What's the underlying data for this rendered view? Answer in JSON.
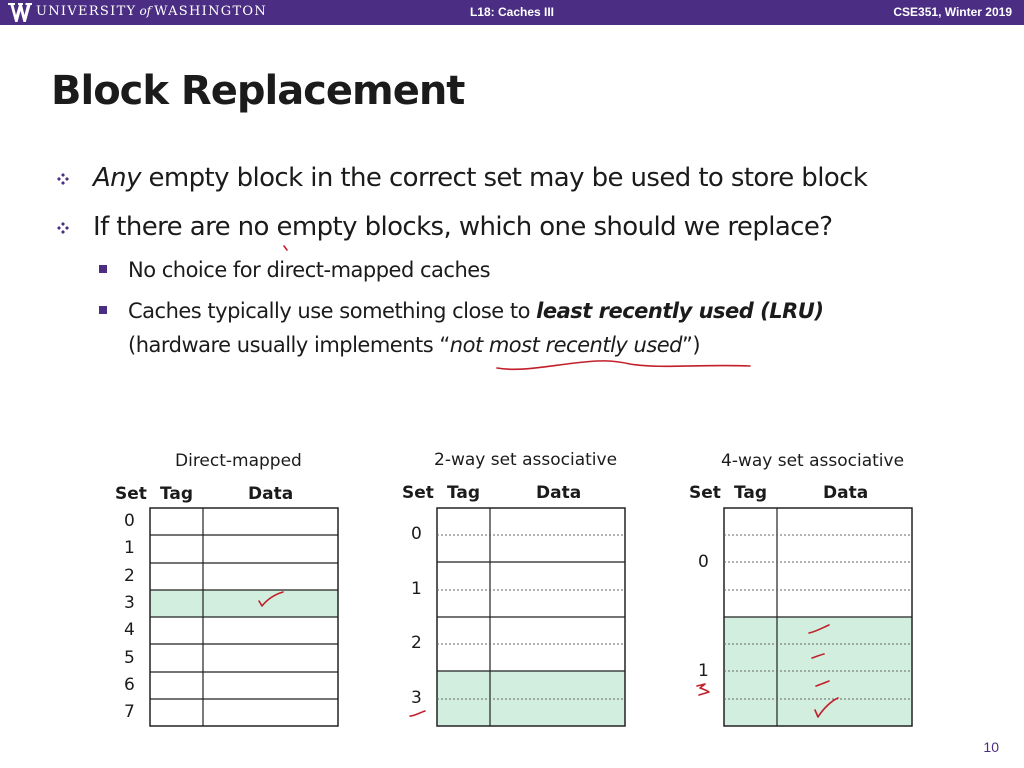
{
  "header": {
    "university_name_1": "UNIVERSITY",
    "university_name_of": "of",
    "university_name_2": "WASHINGTON",
    "lecture": "L18: Caches III",
    "course": "CSE351, Winter 2019"
  },
  "title": "Block Replacement",
  "bullets": [
    {
      "em": "Any",
      "rest": " empty block in the correct set may be used to store block"
    },
    {
      "text": "If there are no empty blocks, which one should we replace?"
    }
  ],
  "sub_bullets": {
    "direct": "No choice for direct-mapped caches",
    "lru_pre": "Caches typically use something close to ",
    "lru_bold": "least recently used (LRU)",
    "hw_pre": "(hardware usually implements “",
    "hw_em": "not most recently used",
    "hw_post": "”)"
  },
  "caches": {
    "direct": {
      "label": "Direct-mapped",
      "set": "Set",
      "tag": "Tag",
      "data": "Data",
      "sets": [
        "0",
        "1",
        "2",
        "3",
        "4",
        "5",
        "6",
        "7"
      ],
      "highlight_set": "3"
    },
    "two_way": {
      "label": "2-way set associative",
      "set": "Set",
      "tag": "Tag",
      "data": "Data",
      "sets": [
        "0",
        "1",
        "2",
        "3"
      ],
      "highlight_set": "3"
    },
    "four_way": {
      "label": "4-way set associative",
      "set": "Set",
      "tag": "Tag",
      "data": "Data",
      "sets": [
        "0",
        "1"
      ],
      "highlight_set": "1"
    }
  },
  "colors": {
    "brand": "#4b2e83",
    "highlight": "#d2eedf",
    "annotation": "#c21f2a"
  },
  "page_number": "10"
}
